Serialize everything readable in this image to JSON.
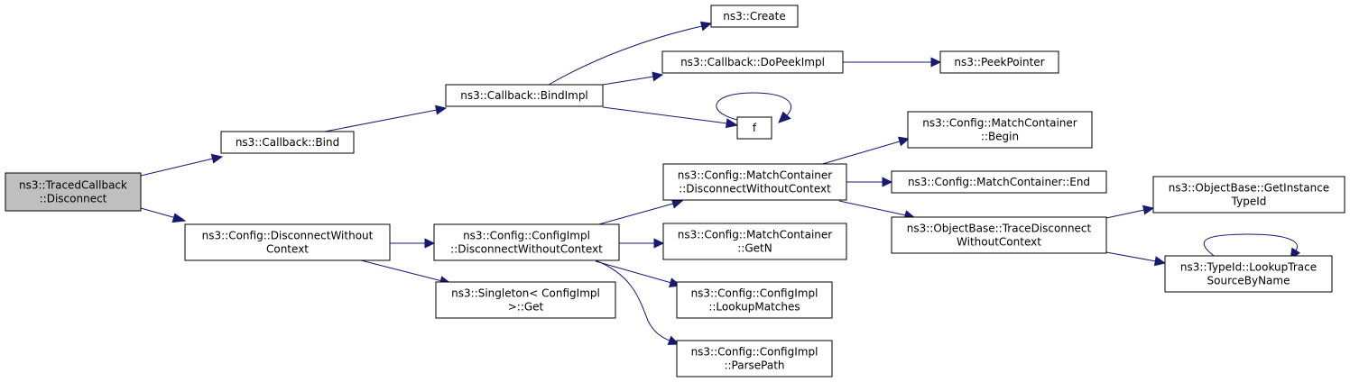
{
  "colors": {
    "edge": "#191970",
    "root_fill": "#bfbfbf",
    "node_fill": "#ffffff",
    "node_border": "#000000"
  },
  "nodes": {
    "traced_disconnect": {
      "lines": [
        "ns3::TracedCallback",
        "::Disconnect"
      ],
      "root": true
    },
    "callback_bind": {
      "lines": [
        "ns3::Callback::Bind"
      ]
    },
    "callback_bindimpl": {
      "lines": [
        "ns3::Callback::BindImpl"
      ]
    },
    "create": {
      "lines": [
        "ns3::Create"
      ]
    },
    "dopeekimpl": {
      "lines": [
        "ns3::Callback::DoPeekImpl"
      ]
    },
    "peekpointer": {
      "lines": [
        "ns3::PeekPointer"
      ]
    },
    "f": {
      "lines": [
        "f"
      ]
    },
    "config_disconnect": {
      "lines": [
        "ns3::Config::DisconnectWithout",
        "Context"
      ]
    },
    "configimpl_disconnect": {
      "lines": [
        "ns3::Config::ConfigImpl",
        "::DisconnectWithoutContext"
      ]
    },
    "singleton_get": {
      "lines": [
        "ns3::Singleton< ConfigImpl",
        ">::Get"
      ]
    },
    "mc_disconnect": {
      "lines": [
        "ns3::Config::MatchContainer",
        "::DisconnectWithoutContext"
      ]
    },
    "mc_getn": {
      "lines": [
        "ns3::Config::MatchContainer",
        "::GetN"
      ]
    },
    "lookupmatches": {
      "lines": [
        "ns3::Config::ConfigImpl",
        "::LookupMatches"
      ]
    },
    "parsepath": {
      "lines": [
        "ns3::Config::ConfigImpl",
        "::ParsePath"
      ]
    },
    "mc_begin": {
      "lines": [
        "ns3::Config::MatchContainer",
        "::Begin"
      ]
    },
    "mc_end": {
      "lines": [
        "ns3::Config::MatchContainer::End"
      ]
    },
    "ob_tracedisconnect": {
      "lines": [
        "ns3::ObjectBase::TraceDisconnect",
        "WithoutContext"
      ]
    },
    "ob_getinstancetypeid": {
      "lines": [
        "ns3::ObjectBase::GetInstance",
        "TypeId"
      ]
    },
    "typeid_lookup": {
      "lines": [
        "ns3::TypeId::LookupTrace",
        "SourceByName"
      ]
    }
  },
  "edges": [
    [
      "traced_disconnect",
      "callback_bind"
    ],
    [
      "traced_disconnect",
      "config_disconnect"
    ],
    [
      "callback_bind",
      "callback_bindimpl"
    ],
    [
      "callback_bindimpl",
      "create"
    ],
    [
      "callback_bindimpl",
      "dopeekimpl"
    ],
    [
      "callback_bindimpl",
      "f"
    ],
    [
      "dopeekimpl",
      "peekpointer"
    ],
    [
      "f",
      "f"
    ],
    [
      "config_disconnect",
      "configimpl_disconnect"
    ],
    [
      "config_disconnect",
      "singleton_get"
    ],
    [
      "configimpl_disconnect",
      "mc_disconnect"
    ],
    [
      "configimpl_disconnect",
      "mc_getn"
    ],
    [
      "configimpl_disconnect",
      "lookupmatches"
    ],
    [
      "configimpl_disconnect",
      "parsepath"
    ],
    [
      "mc_disconnect",
      "mc_begin"
    ],
    [
      "mc_disconnect",
      "mc_end"
    ],
    [
      "mc_disconnect",
      "ob_tracedisconnect"
    ],
    [
      "ob_tracedisconnect",
      "ob_getinstancetypeid"
    ],
    [
      "ob_tracedisconnect",
      "typeid_lookup"
    ],
    [
      "typeid_lookup",
      "typeid_lookup"
    ]
  ]
}
